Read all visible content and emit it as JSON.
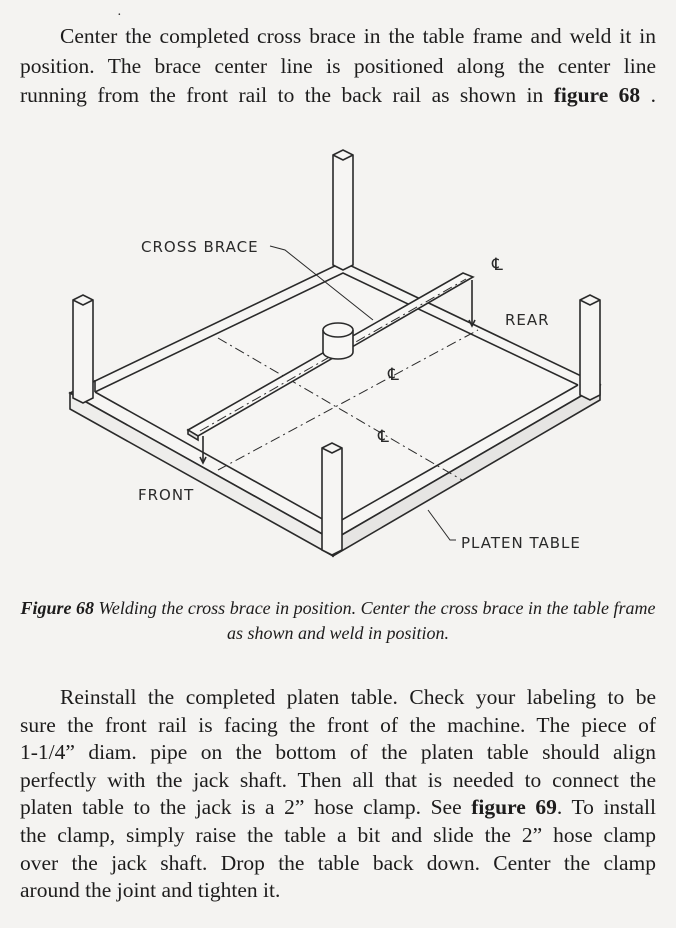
{
  "intro": {
    "lines": [
      "Center the completed cross brace in the table frame and weld it in",
      "position. The brace center line is positioned along the center line"
    ],
    "line3_pre": "running from the front rail to the back rail as shown in ",
    "line3_bold": "figure 68",
    "line3_post": " ."
  },
  "figure": {
    "labels": {
      "cross_brace": "CROSS BRACE",
      "rear": "REAR",
      "front": "FRONT",
      "platen_table": "PLATEN TABLE",
      "centerline": "℄"
    }
  },
  "caption": {
    "bold": "Figure 68",
    "text": " Welding the cross brace in position. Center the cross brace in the table frame as shown and weld in position."
  },
  "body": {
    "lines": [
      "Reinstall the completed platen table. Check your labeling to be",
      "sure the front rail is facing the front of the machine. The piece of",
      "1-1/4” diam. pipe on the bottom of the platen table should align",
      "perfectly with the jack shaft. Then all that is needed to connect the"
    ],
    "line5_pre": "platen table to the jack is a 2” hose clamp. See ",
    "line5_bold": "figure 69",
    "line5_post": ". To install",
    "lines_after": [
      "the clamp, simply raise the table a bit and slide the 2” hose clamp",
      "over the jack shaft. Drop the table back down. Center the clamp",
      "around the joint and tighten it."
    ]
  }
}
